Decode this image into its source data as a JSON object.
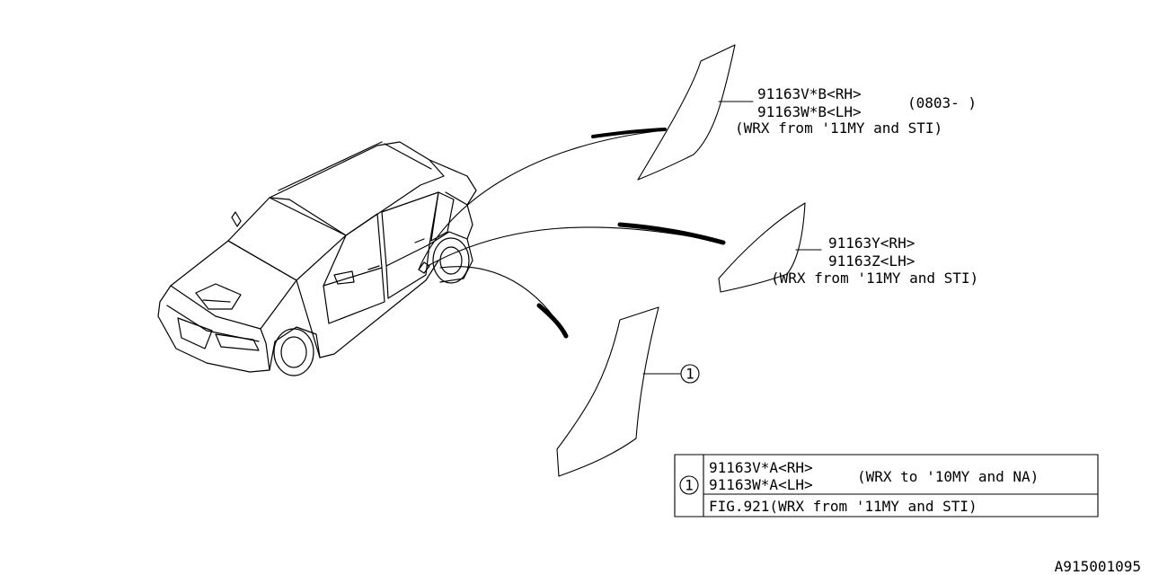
{
  "callouts": {
    "upper_part": {
      "line1": "91163V*B<RH>",
      "line2": "91163W*B<LH>",
      "date_range": "(0803-  )",
      "note": "(WRX from '11MY and STI)"
    },
    "middle_part": {
      "line1": "91163Y<RH>",
      "line2": "91163Z<LH>",
      "note": "(WRX from '11MY and STI)"
    },
    "lower_part": {
      "ref": "1"
    }
  },
  "legend": {
    "ref": "1",
    "line1": "91163V*A<RH>",
    "line2": "91163W*A<LH>",
    "note": "(WRX to '10MY and NA)",
    "fig_row": "FIG.921(WRX from '11MY and STI)"
  },
  "footer": {
    "diagram_id": "A915001095"
  }
}
